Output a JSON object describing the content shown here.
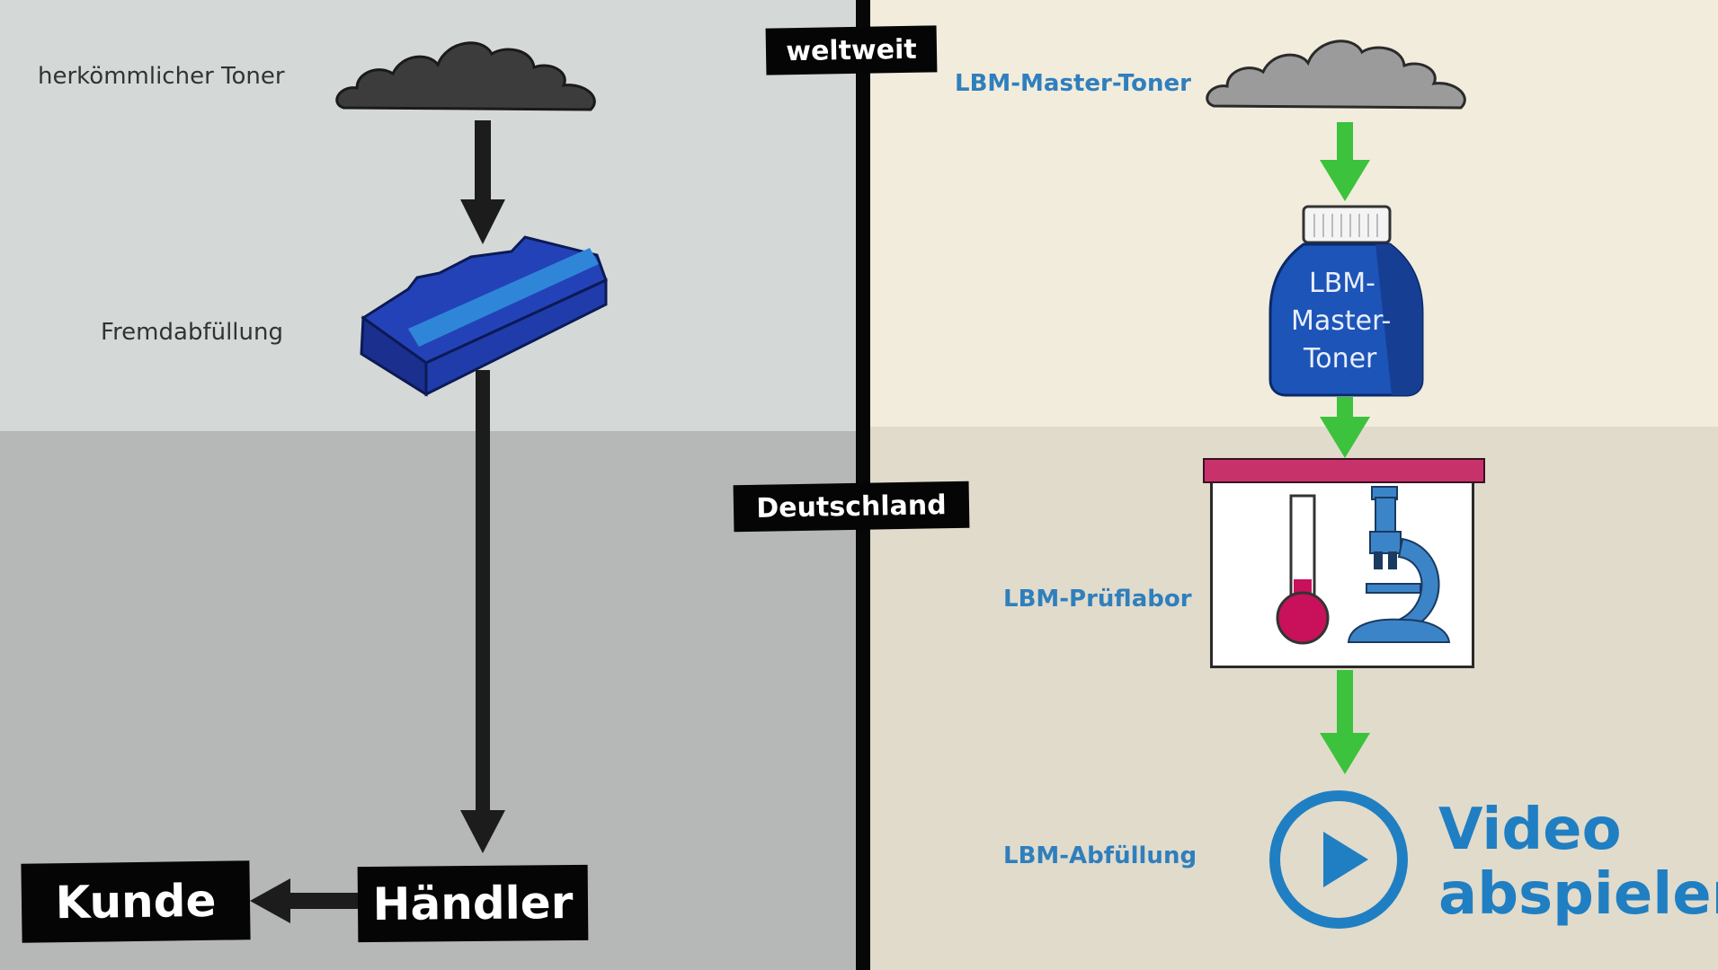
{
  "left": {
    "source_label": "herkömmlicher Toner",
    "fill_label": "Fremdabfüllung",
    "dealer_label": "Händler",
    "customer_label": "Kunde"
  },
  "center": {
    "worldwide_label": "weltweit",
    "germany_label": "Deutschland"
  },
  "right": {
    "source_label": "LBM-Master-Toner",
    "bottle_text": [
      "LBM-",
      "Master-",
      "Toner"
    ],
    "lab_label": "LBM-Prüflabor",
    "fill_label": "LBM-Abfüllung"
  },
  "video": {
    "line1": "Video",
    "line2": "abspielen"
  },
  "icons": [
    "cloud-icon",
    "toner-cartridge-icon",
    "toner-bottle-icon",
    "thermometer-icon",
    "microscope-icon",
    "play-icon"
  ],
  "colors": {
    "left_top_bg": "#d3d8d6",
    "left_bottom_bg": "#b4b7b6",
    "right_top_bg": "#f1ebdc",
    "right_bottom_bg": "#e0dacb",
    "arrow_green": "#3cc23c",
    "accent_blue": "#1f7fc2",
    "cartridge_blue": "#1f3fb0",
    "lab_magenta": "#c8326a"
  }
}
